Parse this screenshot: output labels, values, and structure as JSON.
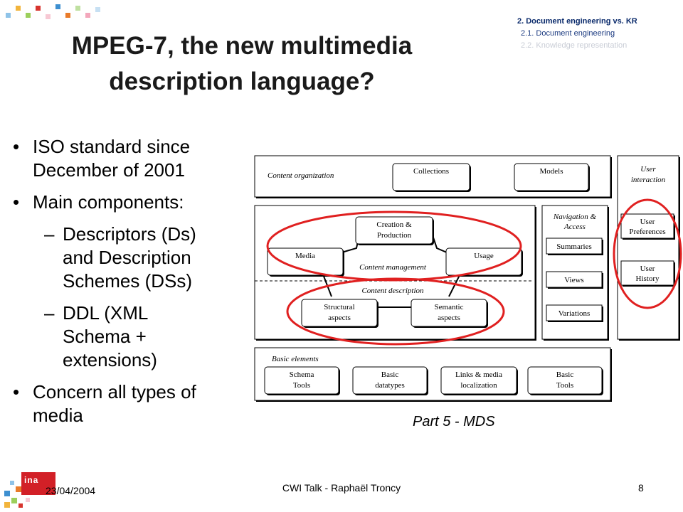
{
  "slide": {
    "title_line1": "MPEG-7, the new multimedia",
    "title_line2": "description language?",
    "nav": {
      "section": "2. Document engineering vs. KR",
      "item1": "2.1. Document engineering",
      "item2": "2.2. Knowledge representation"
    },
    "bullets": {
      "b1_line1": "ISO standard since",
      "b1_line2": "December of 2001",
      "b2": "Main components:",
      "s1_line1": "Descriptors (Ds)",
      "s1_line2": "and Description",
      "s1_line3": "Schemes (DSs)",
      "s2_line1": "DDL (XML",
      "s2_line2": "Schema +",
      "s2_line3": "extensions)",
      "b3_line1": "Concern all types of",
      "b3_line2": "media"
    },
    "diagram": {
      "content_organization": "Content organization",
      "collections": "Collections",
      "models": "Models",
      "user_interaction_1": "User",
      "user_interaction_2": "interaction",
      "user_preferences_1": "User",
      "user_preferences_2": "Preferences",
      "user_history_1": "User",
      "user_history_2": "History",
      "navigation_1": "Navigation &",
      "navigation_2": "Access",
      "summaries": "Summaries",
      "views": "Views",
      "variations": "Variations",
      "creation_1": "Creation &",
      "creation_2": "Production",
      "media": "Media",
      "usage": "Usage",
      "content_management": "Content management",
      "content_description": "Content description",
      "structural_1": "Structural",
      "structural_2": "aspects",
      "semantic_1": "Semantic",
      "semantic_2": "aspects",
      "basic_elements": "Basic elements",
      "schema_1": "Schema",
      "schema_2": "Tools",
      "datatypes_1": "Basic",
      "datatypes_2": "datatypes",
      "links_1": "Links & media",
      "links_2": "localization",
      "basic_tools_1": "Basic",
      "basic_tools_2": "Tools",
      "highlight_color": "#e02020"
    },
    "caption": "Part 5 - MDS",
    "footer": {
      "date": "23/04/2004",
      "center": "CWI Talk - Raphaël Troncy",
      "page": "8",
      "logo_text": "ina"
    }
  }
}
